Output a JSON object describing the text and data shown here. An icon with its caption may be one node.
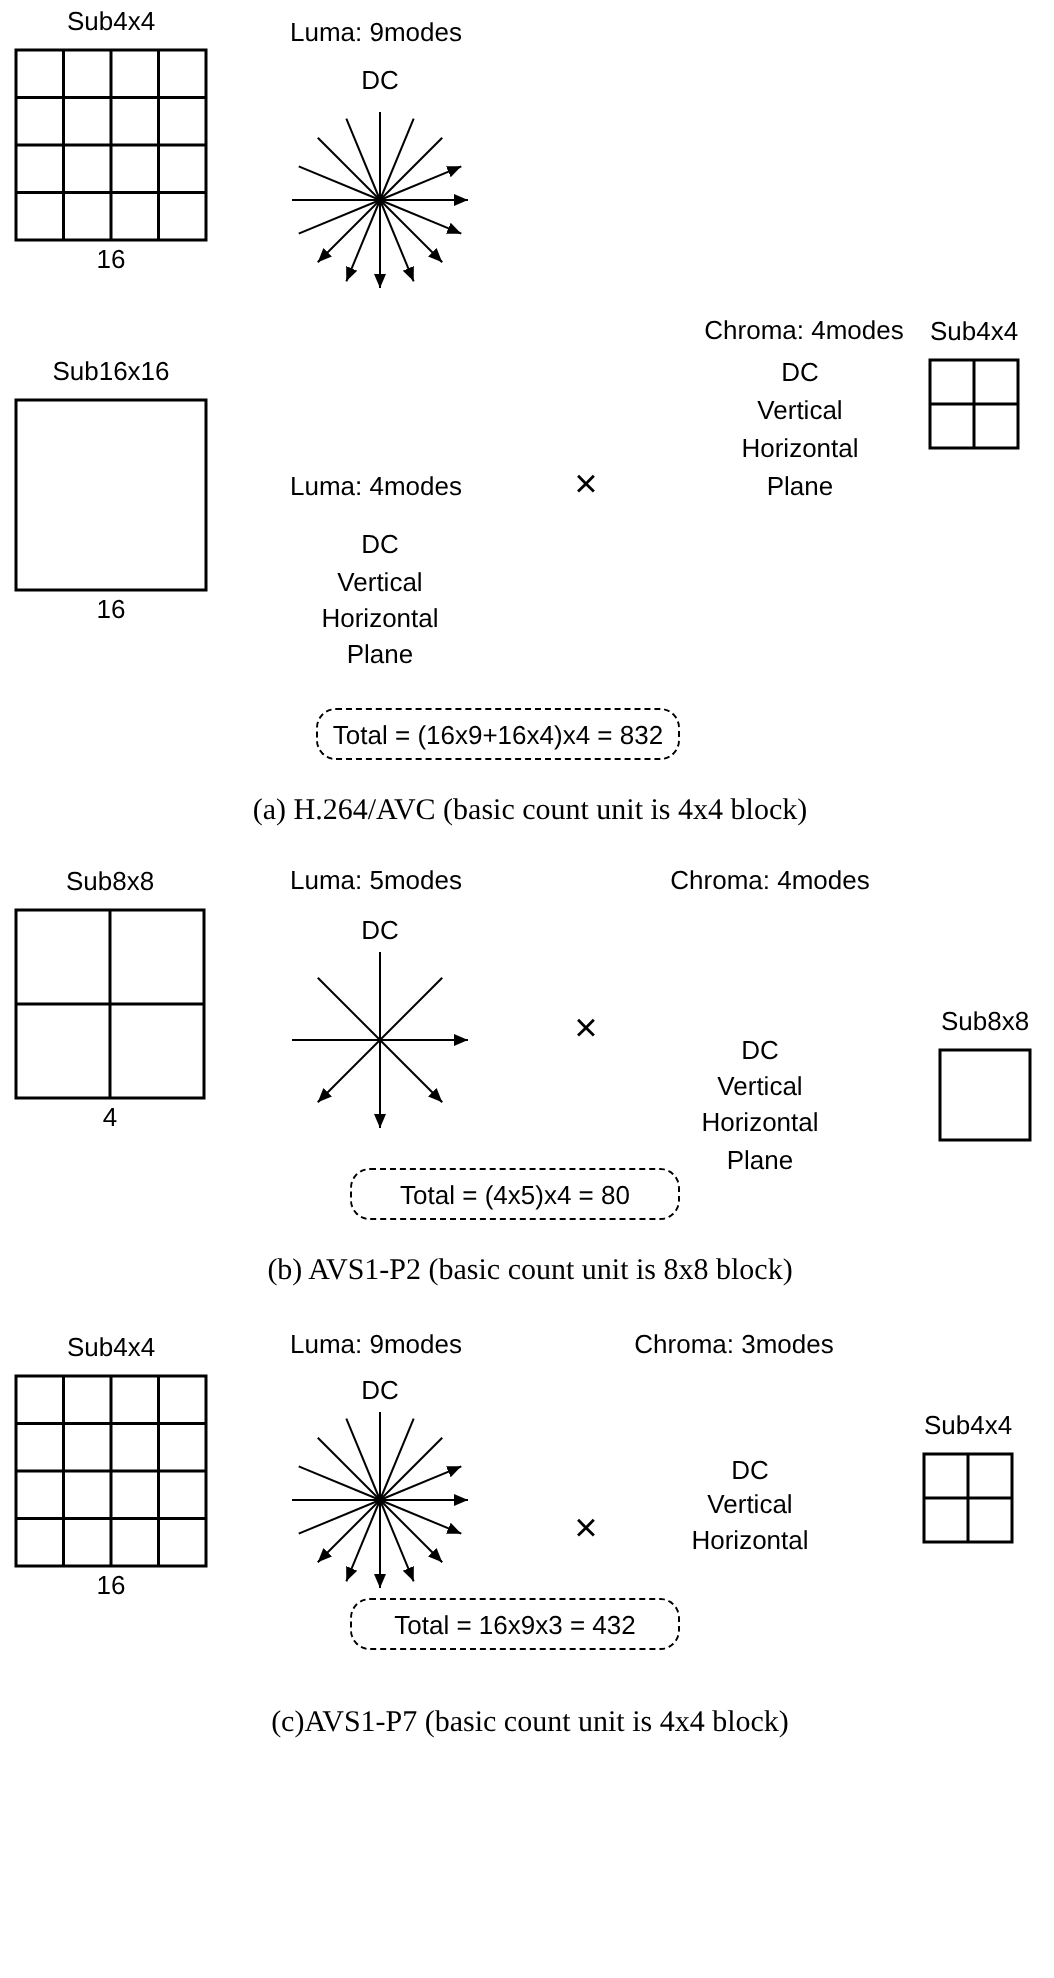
{
  "diagram": {
    "nodes": [
      {
        "text": [
          "Sub4x4"
        ],
        "beside": [
          "16"
        ]
      },
      {
        "text": [
          "Sub16x16"
        ],
        "beside": [
          "16"
        ]
      },
      {
        "text": [
          "Sub4x4"
        ]
      },
      {
        "text": [
          "Total = (16x9+16x4)x4 = 832"
        ]
      },
      {
        "text": [
          "Sub8x8"
        ],
        "beside": [
          "4"
        ]
      },
      {
        "text": [
          "Sub8x8"
        ]
      },
      {
        "text": [
          "Total = (4x5)x4 = 80"
        ]
      },
      {
        "text": [
          "Sub4x4"
        ],
        "beside": [
          "16"
        ]
      },
      {
        "text": [
          "Sub4x4"
        ]
      },
      {
        "text": [
          "Total = 16x9x3 = 432"
        ]
      }
    ],
    "labels": [
      "Luma: 9modes",
      "DC",
      "Chroma: 4modes",
      "DC",
      "Vertical",
      "Horizontal",
      "Luma: 4modes",
      "×",
      "Plane",
      "DC",
      "Vertical",
      "Horizontal",
      "Plane",
      "(a) H.264/AVC (basic count unit is 4x4 block)",
      "Luma: 5modes",
      "Chroma: 4modes",
      "DC",
      "×",
      "DC",
      "Vertical",
      "Horizontal",
      "Plane",
      "(b) AVS1-P2 (basic count unit is 8x8 block)",
      "Luma: 9modes",
      "Chroma: 3modes",
      "DC",
      "×",
      "DC",
      "Vertical",
      "Horizontal",
      "(c)AVS1-P7 (basic count unit is 4x4 block)"
    ]
  }
}
